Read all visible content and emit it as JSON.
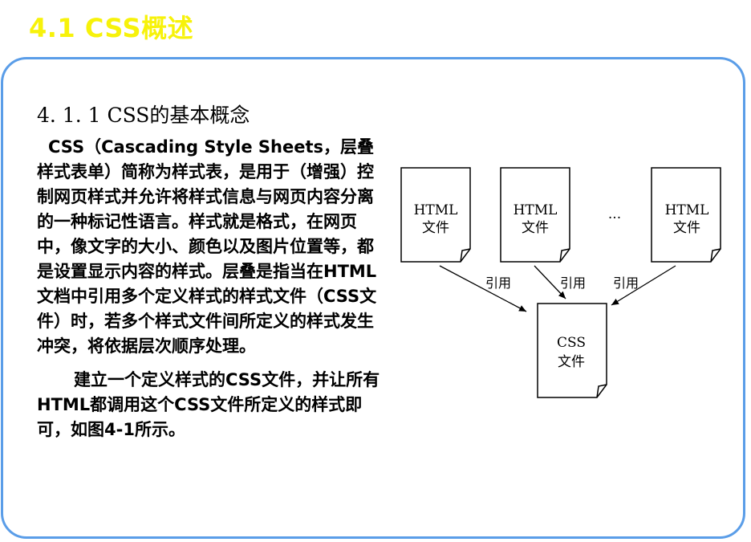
{
  "slide": {
    "title": "4.1  CSS概述",
    "section_heading": "4. 1. 1   CSS的基本概念",
    "paragraphs": [
      "CSS（Cascading Style Sheets，层叠样式表单）简称为样式表，是用于（增强）控制网页样式并允许将样式信息与网页内容分离的一种标记性语言。样式就是格式，在网页中，像文字的大小、颜色以及图片位置等，都是设置显示内容的样式。层叠是指当在HTML文档中引用多个定义样式的样式文件（CSS文件）时，若多个样式文件间所定义的样式发生冲突，将依据层次顺序处理。",
      "建立一个定义样式的CSS文件，并让所有HTML都调用这个CSS文件所定义的样式即可，如图4-1所示。"
    ]
  },
  "diagram": {
    "html_docs": [
      {
        "line1": "HTML",
        "line2": "文件"
      },
      {
        "line1": "HTML",
        "line2": "文件"
      },
      {
        "line1": "HTML",
        "line2": "文件"
      }
    ],
    "ellipsis": "...",
    "css_doc": {
      "line1": "CSS",
      "line2": "文件"
    },
    "edge_labels": [
      "引用",
      "引用",
      "引用"
    ]
  }
}
